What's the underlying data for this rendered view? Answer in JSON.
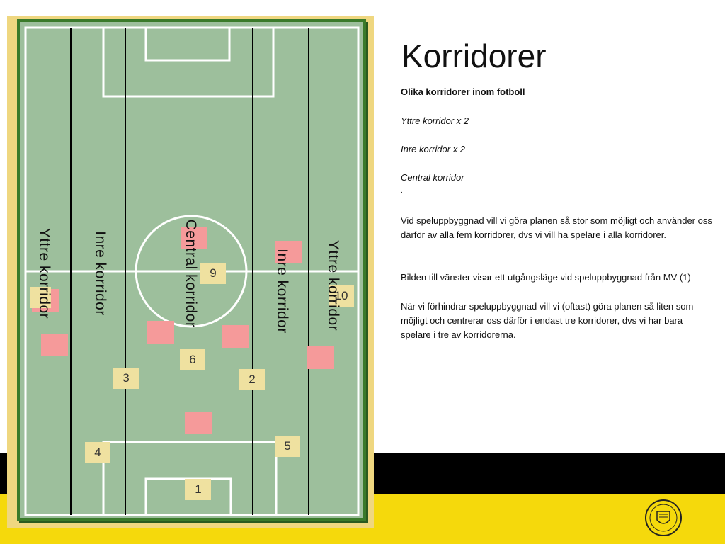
{
  "title": "Korridorer",
  "subtitle": "Olika korridorer inom fotboll",
  "list": {
    "outer": "Yttre korridor x 2",
    "inner": "Inre korridor x 2",
    "central": "Central korridor",
    "dot": "."
  },
  "paragraphs": {
    "p1": "Vid speluppbyggnad vill vi göra planen så stor som möjligt och använder oss därför av alla fem korridorer, dvs vi vill ha spelare i alla korridorer.",
    "p2": "Bilden till vänster visar ett utgångsläge vid speluppbyggnad från MV (1)",
    "p3": "När vi förhindrar speluppbyggnad vill vi (oftast) göra planen så liten som möjligt och centrerar oss därför i endast tre korridorer, dvs vi har bara spelare i tre av korridorerna."
  },
  "corridor_labels": {
    "left_outer": "Yttre korridor",
    "left_inner": "Inre korridor",
    "center": "Central korridor",
    "right_inner": "Inre korridor",
    "right_outer": "Yttre korridor"
  },
  "player_numbers": {
    "n1": "1",
    "n2": "2",
    "n3": "3",
    "n4": "4",
    "n5": "5",
    "n6": "6",
    "n9": "9",
    "n10": "10",
    "n_left": ""
  },
  "colors": {
    "pitch": "#9dbf9c",
    "pitch_border": "#3a7a2a",
    "opponent": "#f59a9a",
    "teammate": "#efe1a0",
    "band_black": "#000000",
    "band_yellow": "#f5d90c"
  }
}
